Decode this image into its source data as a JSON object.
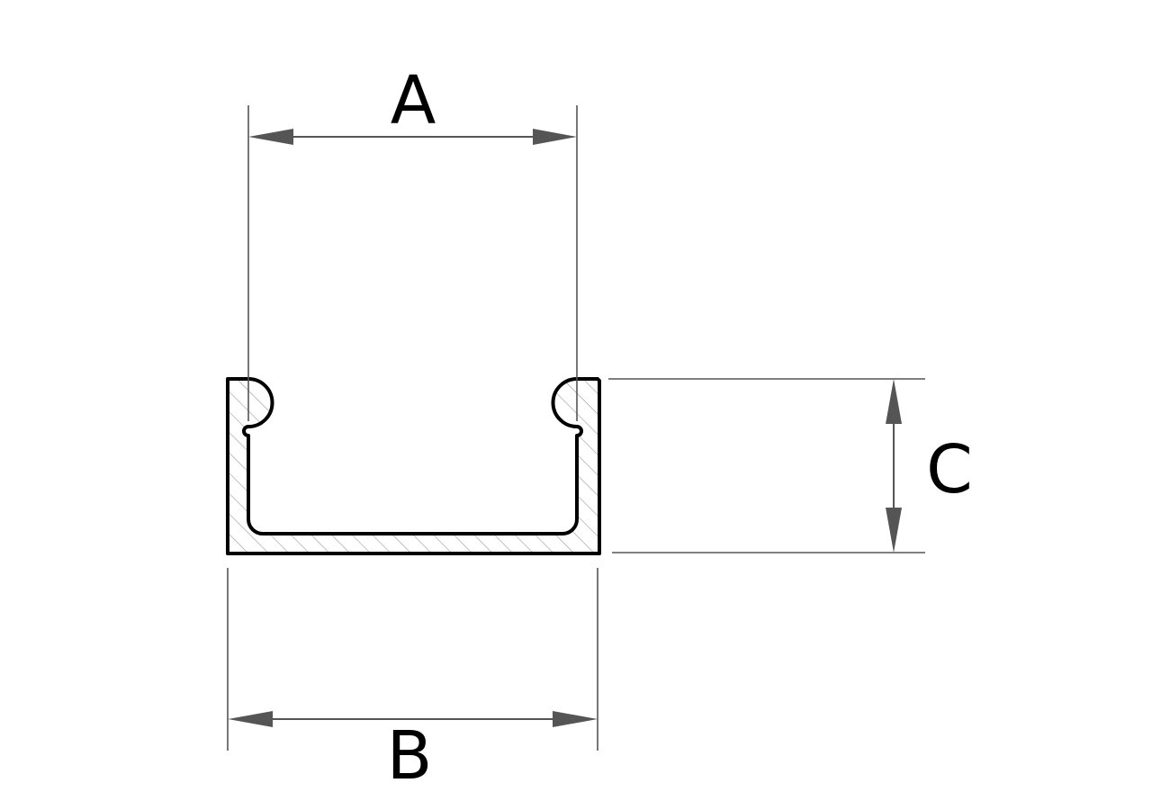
{
  "labels": {
    "a": "A",
    "b": "B",
    "c": "C"
  },
  "colors": {
    "outline": "#000000",
    "dimension": "#555555",
    "hatch": "#9a9a9a",
    "background": "#ffffff"
  }
}
